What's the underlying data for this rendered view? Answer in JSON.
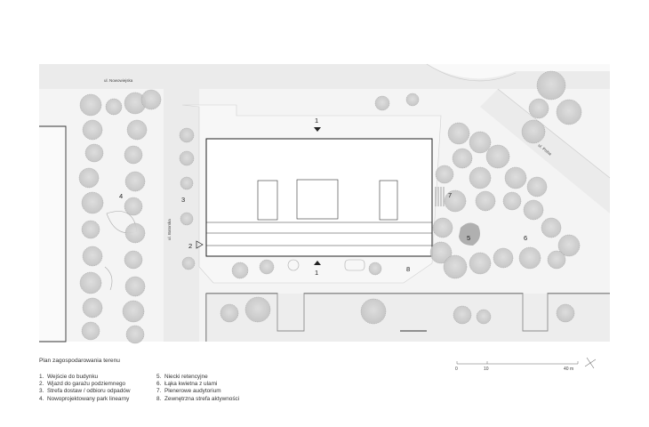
{
  "streets": {
    "north": "ul. Nowowiejska",
    "west": "ul. Batorska",
    "east": "ul. Polna"
  },
  "markers": {
    "entrance_top": "1",
    "entrance_bottom": "1",
    "garage": "2",
    "delivery": "3",
    "park": "4",
    "retention": "5",
    "meadow": "6",
    "auditorium": "7",
    "activity": "8"
  },
  "caption": "Plan zagospodarowania terenu",
  "legend": {
    "left": [
      {
        "n": "1.",
        "text": "Wejście do budynku"
      },
      {
        "n": "2.",
        "text": "Wjazd do garażu podziemnego"
      },
      {
        "n": "3.",
        "text": "Strefa dostaw / odbioru odpadów"
      },
      {
        "n": "4.",
        "text": "Nowoprojektowany park linearny"
      }
    ],
    "right": [
      {
        "n": "5.",
        "text": "Niecki retencyjne"
      },
      {
        "n": "6.",
        "text": "Łąka kwietna z ulami"
      },
      {
        "n": "7.",
        "text": "Plenerowe audytorium"
      },
      {
        "n": "8.",
        "text": "Zewnętrzna strefa aktywności"
      }
    ]
  },
  "scale": {
    "ticks": [
      "0",
      "10",
      "40 m"
    ]
  }
}
